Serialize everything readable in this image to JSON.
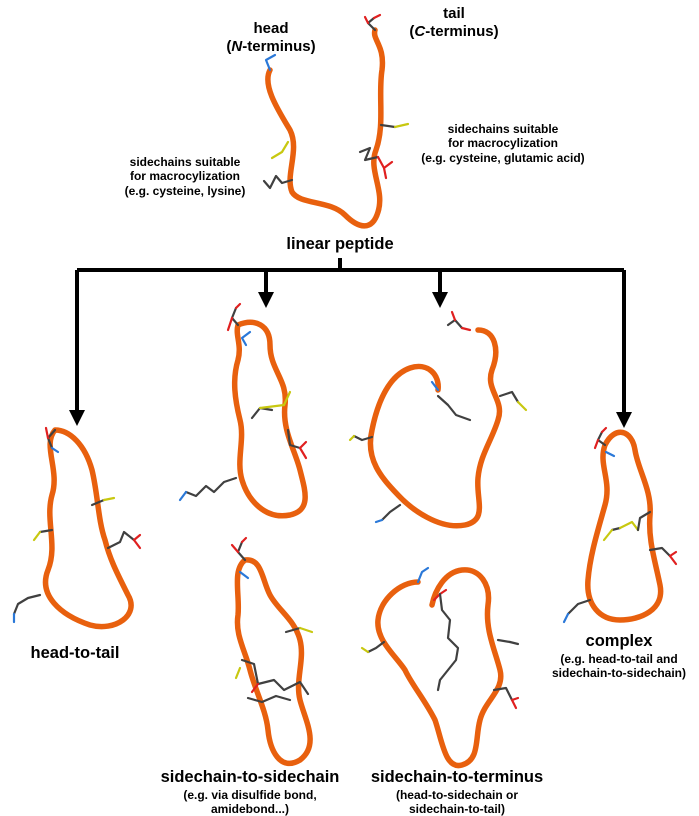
{
  "linear": {
    "head": "head",
    "head_paren_open": "(",
    "head_N": "N",
    "head_term": "-terminus)",
    "tail": "tail",
    "tail_paren_open": "(",
    "tail_C": "C",
    "tail_term": "-terminus)",
    "sc_left_1": "sidechains suitable",
    "sc_left_2": "for macrocylization",
    "sc_left_3": "(e.g. cysteine, lysine)",
    "sc_right_1": "sidechains suitable",
    "sc_right_2": "for macrocylization",
    "sc_right_3": "(e.g. cysteine, glutamic acid)",
    "title": "linear peptide"
  },
  "outcomes": {
    "head_to_tail": "head-to-tail",
    "s2s_title": "sidechain-to-sidechain",
    "s2s_sub1": "(e.g. via disulfide bond,",
    "s2s_sub2": "amidebond...)",
    "s2t_title": "sidechain-to-terminus",
    "s2t_sub1": "(head-to-sidechain or",
    "s2t_sub2": "sidechain-to-tail)",
    "complex_title": "complex",
    "complex_sub1": "(e.g. head-to-tail and",
    "complex_sub2": "sidechain-to-sidechain)"
  },
  "colors": {
    "backbone": "#e8600e",
    "backbone_shade": "#a83a05",
    "carbon": "#404040",
    "oxygen": "#e02020",
    "nitrogen": "#2a78d8",
    "sulfur": "#c8c810",
    "arrow": "#000000"
  }
}
